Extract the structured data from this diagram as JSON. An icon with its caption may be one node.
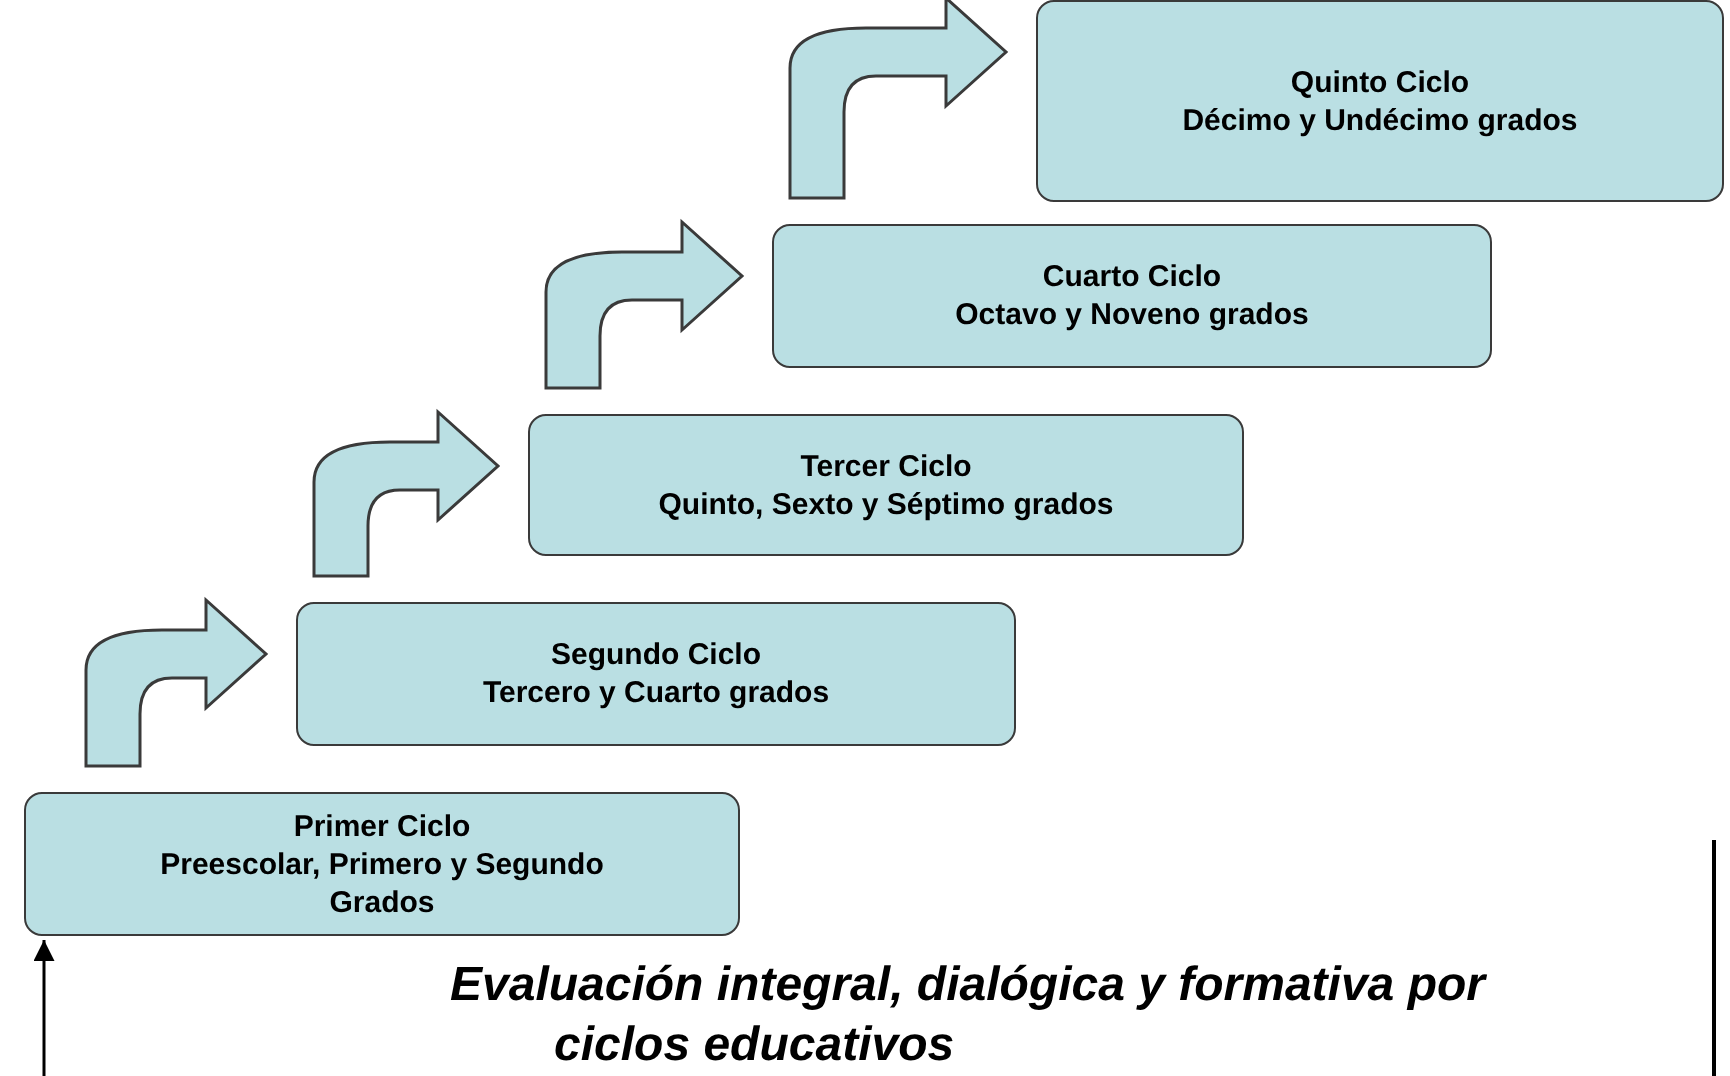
{
  "diagram": {
    "title": "Evaluación integral, dialógica y formativa por ciclos educativos",
    "nodes": [
      {
        "text": [
          "Primer Ciclo",
          "Preescolar, Primero y Segundo Grados"
        ]
      },
      {
        "text": [
          "Segundo Ciclo",
          "Tercero y Cuarto grados"
        ]
      },
      {
        "text": [
          "Tercer Ciclo",
          "Quinto, Sexto y Séptimo grados"
        ]
      },
      {
        "text": [
          "Cuarto Ciclo",
          "Octavo y Noveno grados"
        ]
      },
      {
        "text": [
          "Quinto Ciclo",
          "Décimo y Undécimo grados"
        ]
      }
    ],
    "edges": [
      {
        "from": null,
        "to": 0,
        "arrow": "to"
      },
      {
        "from": 0,
        "to": 1,
        "arrow": "to"
      },
      {
        "from": 1,
        "to": 2,
        "arrow": "to"
      },
      {
        "from": 2,
        "to": 3,
        "arrow": "to"
      },
      {
        "from": 3,
        "to": 4,
        "arrow": "to"
      }
    ]
  }
}
